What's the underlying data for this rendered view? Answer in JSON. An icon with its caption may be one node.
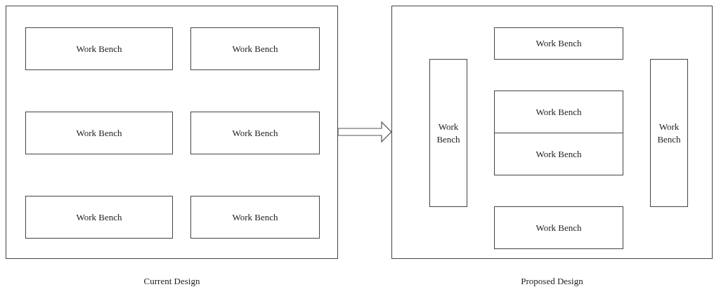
{
  "diagram": {
    "nodes": [
      {
        "text": [],
        "shape": "box",
        "beside": [
          "Current Design"
        ]
      },
      {
        "text": [
          "Work Bench"
        ],
        "in": 0
      },
      {
        "text": [
          "Work Bench"
        ],
        "in": 0
      },
      {
        "text": [
          "Work Bench"
        ],
        "in": 0
      },
      {
        "text": [
          "Work Bench"
        ],
        "in": 0
      },
      {
        "text": [
          "Work Bench"
        ],
        "in": 0
      },
      {
        "text": [
          "Work Bench"
        ],
        "in": 0
      },
      {
        "text": [],
        "shape": "box",
        "beside": [
          "Proposed Design"
        ]
      },
      {
        "text": [
          "Work Bench"
        ],
        "in": 7
      },
      {
        "text": [
          "Work Bench"
        ],
        "in": 7
      },
      {
        "text": [
          "Work Bench"
        ],
        "in": 7
      },
      {
        "text": [
          "Work Bench"
        ],
        "in": 7
      },
      {
        "text": [
          "Work Bench"
        ],
        "in": 7
      },
      {
        "text": [
          "Work Bench"
        ],
        "in": 7
      }
    ],
    "edges": [
      {
        "from": 0,
        "to": 7,
        "arrow": "to"
      }
    ]
  }
}
